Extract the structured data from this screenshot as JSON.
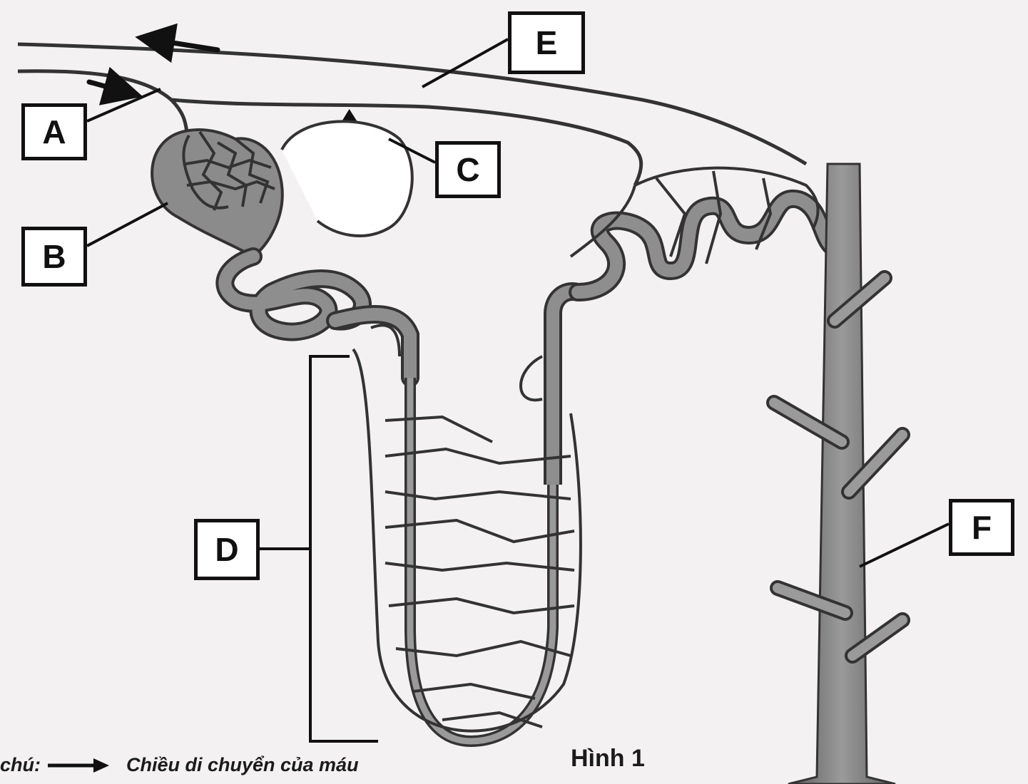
{
  "labels": {
    "a": "A",
    "b": "B",
    "c": "C",
    "d": "D",
    "e": "E",
    "f": "F"
  },
  "legend": {
    "prefix": "chú:",
    "text": "Chiều di chuyển của máu"
  },
  "caption": "Hình 1",
  "colors": {
    "background": "#f3f1f2",
    "vessel_fill": "#8a8a8a",
    "vessel_line": "#333333",
    "collecting_duct": "#7a7a7a",
    "label_border": "#111111"
  }
}
